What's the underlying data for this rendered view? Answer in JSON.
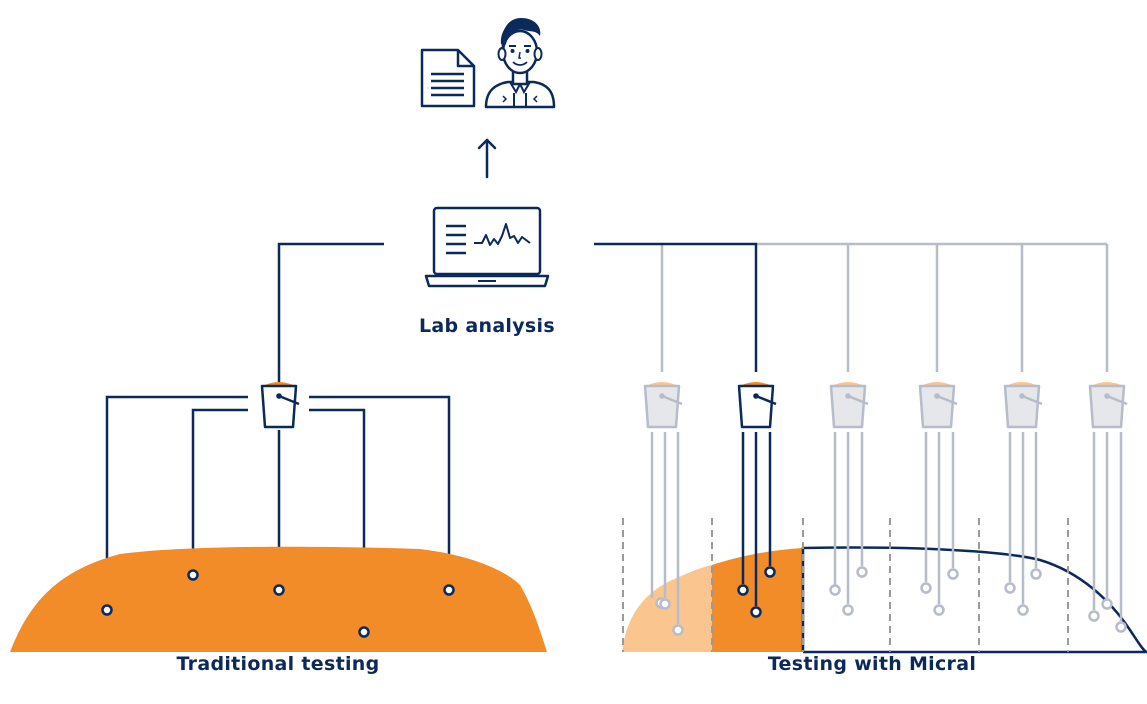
{
  "labels": {
    "lab_analysis": "Lab analysis",
    "traditional": "Traditional testing",
    "micral": "Testing with Micral"
  },
  "colors": {
    "navy": "#0b2a5b",
    "orange": "#f28c28",
    "light_orange": "#fbc58f",
    "gray_line": "#b7bccb",
    "gray_fill": "#e6e7eb",
    "dash": "#9a9a9a"
  },
  "icons": {
    "report": "document-icon",
    "analyst": "analyst-avatar-icon",
    "arrow": "arrow-up-icon",
    "laptop": "laptop-chart-icon",
    "sample": "bucket-icon"
  }
}
